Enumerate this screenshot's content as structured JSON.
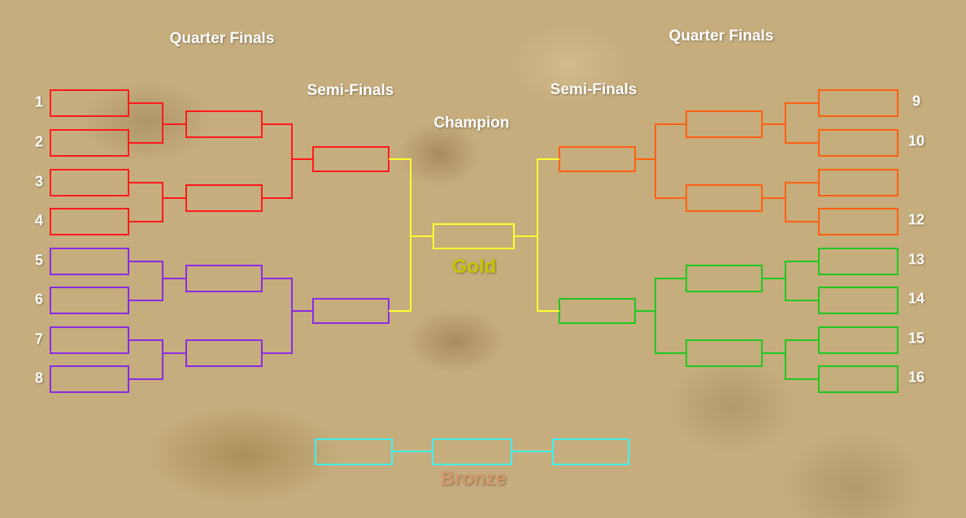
{
  "headings": {
    "left_quarter": "Quarter Finals",
    "right_quarter": "Quarter Finals",
    "left_semi": "Semi-Finals",
    "right_semi": "Semi-Finals",
    "champion": "Champion",
    "gold": "Gold",
    "bronze": "Bronze"
  },
  "seeds_left": [
    "1",
    "2",
    "3",
    "4",
    "5",
    "6",
    "7",
    "8"
  ],
  "seeds_right": [
    "9",
    "10",
    "",
    "12",
    "13",
    "14",
    "15",
    "16"
  ],
  "colors": {
    "red": "#ff1a1a",
    "purple": "#8a2be2",
    "orange": "#ff6010",
    "green": "#1ec81e",
    "yellow": "#ffff30",
    "cyan": "#40f0f0",
    "gold_text": "#c8c400",
    "bronze_text": "#d49a6a"
  }
}
